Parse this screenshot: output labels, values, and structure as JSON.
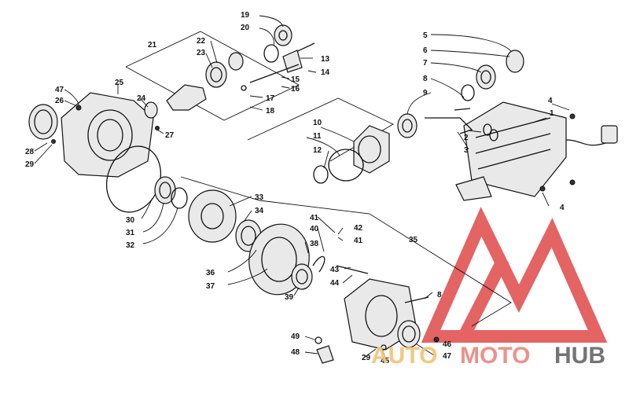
{
  "callouts": [
    {
      "id": "c1",
      "text": "1"
    },
    {
      "id": "c2",
      "text": "2"
    },
    {
      "id": "c3",
      "text": "3"
    },
    {
      "id": "c4a",
      "text": "4"
    },
    {
      "id": "c4b",
      "text": "4"
    },
    {
      "id": "c5",
      "text": "5"
    },
    {
      "id": "c6",
      "text": "6"
    },
    {
      "id": "c7",
      "text": "7"
    },
    {
      "id": "c8a",
      "text": "8"
    },
    {
      "id": "c8b",
      "text": "8"
    },
    {
      "id": "c9",
      "text": "9"
    },
    {
      "id": "c10",
      "text": "10"
    },
    {
      "id": "c11",
      "text": "11"
    },
    {
      "id": "c12",
      "text": "12"
    },
    {
      "id": "c13",
      "text": "13"
    },
    {
      "id": "c14",
      "text": "14"
    },
    {
      "id": "c15",
      "text": "15"
    },
    {
      "id": "c16",
      "text": "16"
    },
    {
      "id": "c17",
      "text": "17"
    },
    {
      "id": "c18",
      "text": "18"
    },
    {
      "id": "c19",
      "text": "19"
    },
    {
      "id": "c20",
      "text": "20"
    },
    {
      "id": "c21",
      "text": "21"
    },
    {
      "id": "c22",
      "text": "22"
    },
    {
      "id": "c23",
      "text": "23"
    },
    {
      "id": "c24",
      "text": "24"
    },
    {
      "id": "c25",
      "text": "25"
    },
    {
      "id": "c26",
      "text": "26"
    },
    {
      "id": "c27",
      "text": "27"
    },
    {
      "id": "c28",
      "text": "28"
    },
    {
      "id": "c29a",
      "text": "29"
    },
    {
      "id": "c29b",
      "text": "29"
    },
    {
      "id": "c30",
      "text": "30"
    },
    {
      "id": "c31",
      "text": "31"
    },
    {
      "id": "c32",
      "text": "32"
    },
    {
      "id": "c33",
      "text": "33"
    },
    {
      "id": "c34",
      "text": "34"
    },
    {
      "id": "c35",
      "text": "35"
    },
    {
      "id": "c36",
      "text": "36"
    },
    {
      "id": "c37",
      "text": "37"
    },
    {
      "id": "c38",
      "text": "38"
    },
    {
      "id": "c39",
      "text": "39"
    },
    {
      "id": "c40",
      "text": "40"
    },
    {
      "id": "c41a",
      "text": "41"
    },
    {
      "id": "c41b",
      "text": "41"
    },
    {
      "id": "c42",
      "text": "42"
    },
    {
      "id": "c43",
      "text": "43"
    },
    {
      "id": "c44",
      "text": "44"
    },
    {
      "id": "c45",
      "text": "45"
    },
    {
      "id": "c46",
      "text": "46"
    },
    {
      "id": "c47a",
      "text": "47"
    },
    {
      "id": "c47b",
      "text": "47"
    },
    {
      "id": "c48",
      "text": "48"
    },
    {
      "id": "c49",
      "text": "49"
    }
  ],
  "watermark": {
    "word_auto": "AUTO",
    "word_moto": "MOTO",
    "word_hub": "HUB",
    "colors": {
      "auto": "#f3c57a",
      "moto": "#ec8d84",
      "hub": "#6d6d6d",
      "triangle": "#e04848"
    }
  }
}
